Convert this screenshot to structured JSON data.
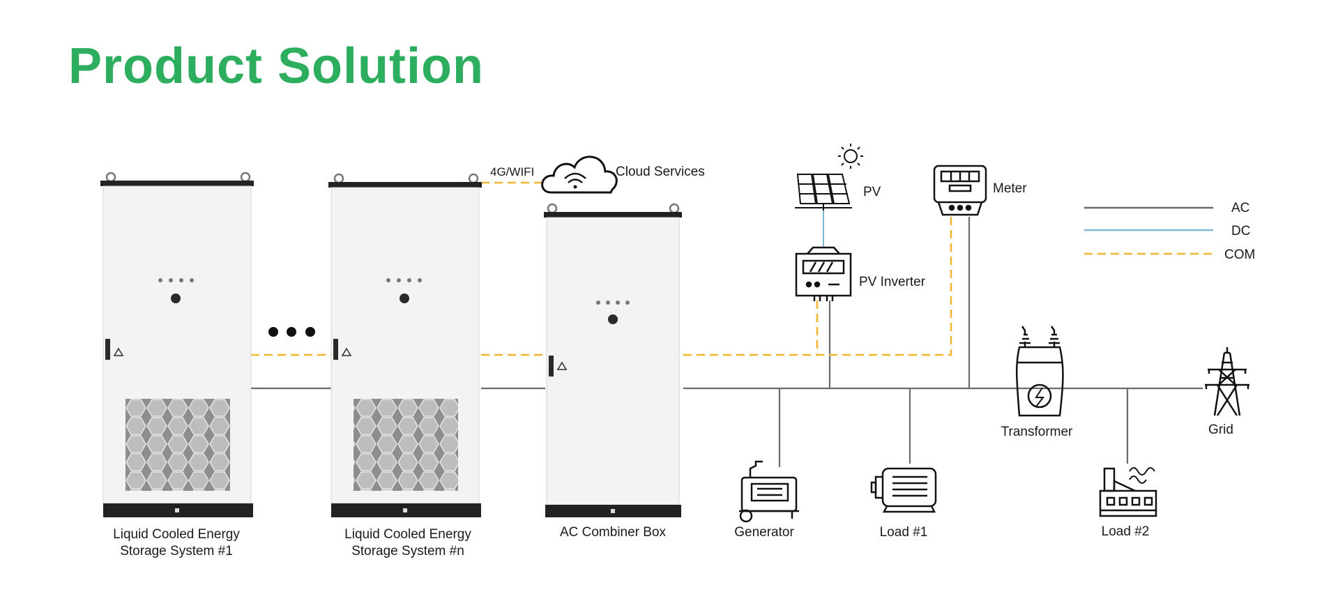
{
  "title": "Product Solution",
  "colors": {
    "title": "#2dae5f",
    "ac_line": "#6b6b6b",
    "dc_line": "#7fb8d6",
    "com_line": "#f0b62f",
    "cabinet_body": "#f3f3f3",
    "cabinet_base": "#222222",
    "icon": "#1a1a1a"
  },
  "labels": {
    "storage1": [
      "Liquid Cooled Energy",
      "Storage System #1"
    ],
    "storage_n": [
      "Liquid Cooled Energy",
      "Storage System #n"
    ],
    "combiner": "AC Combiner Box",
    "wireless": "4G/WIFI",
    "cloud": "Cloud Services",
    "pv": "PV",
    "pv_inverter": "PV Inverter",
    "meter": "Meter",
    "generator": "Generator",
    "load1": "Load #1",
    "transformer": "Transformer",
    "load2": "Load #2",
    "grid": "Grid"
  },
  "legend": [
    {
      "label": "AC",
      "kind": "ac"
    },
    {
      "label": "DC",
      "kind": "dc"
    },
    {
      "label": "COM",
      "kind": "com"
    }
  ],
  "icons": {
    "ellipsis": "three-dots-icon",
    "cloud": "cloud-wifi-icon",
    "sun": "sun-icon",
    "solar_panel": "solar-panel-icon",
    "inverter": "inverter-icon",
    "meter": "meter-icon",
    "generator": "generator-icon",
    "motor": "motor-icon",
    "transformer": "transformer-icon",
    "factory": "factory-icon",
    "pylon": "pylon-icon"
  }
}
